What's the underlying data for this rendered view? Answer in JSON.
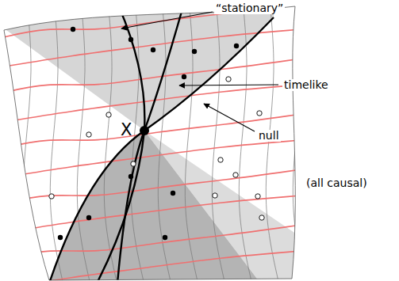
{
  "diagram": {
    "labels": [
      "“stationary”",
      "timelike",
      "null",
      "(all causal)",
      "X"
    ]
  }
}
